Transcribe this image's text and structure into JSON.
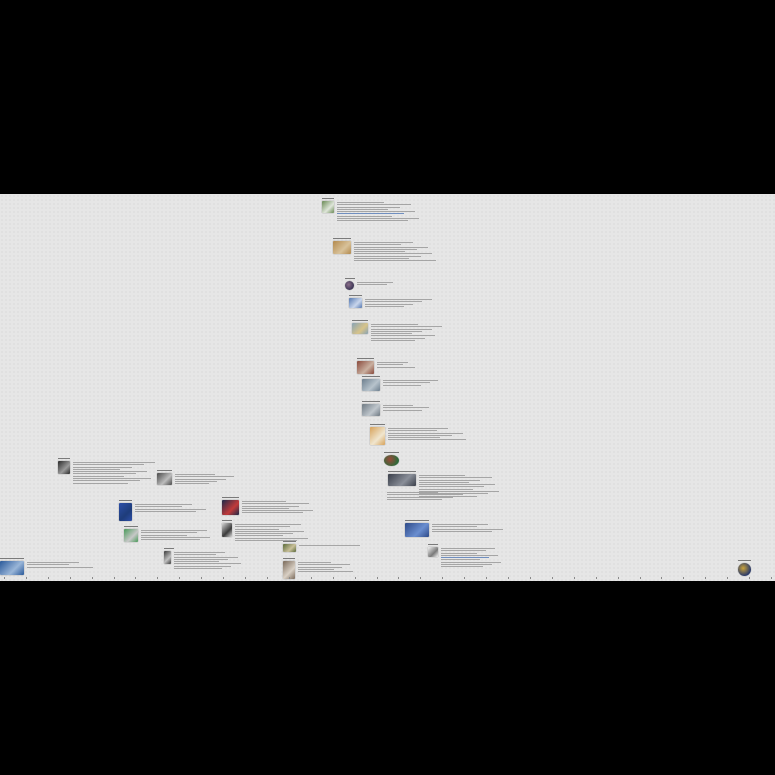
{
  "events": [
    {
      "id": "ev-01",
      "thumb": "#6a8a55",
      "thumb2": "#dfe6da",
      "lines": 9,
      "linew": 86,
      "blue": [
        5
      ]
    },
    {
      "id": "ev-02",
      "thumb": "#b38a4e",
      "thumb2": "#d8c29a",
      "lines": 9,
      "linew": 86,
      "blue": []
    },
    {
      "id": "ev-03",
      "thumb": "#3c3555",
      "thumb2": "#8b6f8a",
      "lines": 2,
      "linew": 44,
      "blue": [],
      "round": true
    },
    {
      "id": "ev-04",
      "thumb": "#5578b0",
      "thumb2": "#c9d6ec",
      "lines": 4,
      "linew": 70,
      "blue": []
    },
    {
      "id": "ev-05",
      "thumb": "#88a3b5",
      "thumb2": "#d7c38a",
      "lines": 8,
      "linew": 74,
      "blue": []
    },
    {
      "id": "ev-06",
      "thumb": "#8a4a3c",
      "thumb2": "#c9b0a0",
      "lines": 3,
      "linew": 40,
      "blue": []
    },
    {
      "id": "ev-07",
      "thumb": "#6d7f8e",
      "thumb2": "#b7c3cc",
      "lines": 3,
      "linew": 60,
      "blue": []
    },
    {
      "id": "ev-08",
      "thumb": "#6f7a83",
      "thumb2": "#bfc6cc",
      "lines": 3,
      "linew": 50,
      "blue": []
    },
    {
      "id": "ev-09",
      "thumb": "#d7a25a",
      "thumb2": "#f0e6cf",
      "lines": 6,
      "linew": 82,
      "blue": []
    },
    {
      "id": "ev-10",
      "thumb": "#2f6a3a",
      "thumb2": "#9a4a3a",
      "lines": 0,
      "linew": 0,
      "blue": [],
      "round": true
    },
    {
      "id": "ev-11",
      "thumb": "#3a3f4a",
      "thumb2": "#8a8f99",
      "lines": 10,
      "linew": 84,
      "blue": []
    },
    {
      "id": "ev-12",
      "thumb": "#2e4a88",
      "thumb2": "#6a8ed0",
      "lines": 4,
      "linew": 82,
      "blue": []
    },
    {
      "id": "ev-13",
      "thumb": "#f2f2f2",
      "thumb2": "#7a7a7a",
      "lines": 9,
      "linew": 66,
      "blue": [
        4
      ]
    },
    {
      "id": "ev-14",
      "thumb": "#2a2a2a",
      "thumb2": "#9a9a9a",
      "lines": 10,
      "linew": 86,
      "blue": []
    },
    {
      "id": "ev-15",
      "thumb": "#4a4a4a",
      "thumb2": "#bcbcbc",
      "lines": 5,
      "linew": 62,
      "blue": []
    },
    {
      "id": "ev-16",
      "thumb": "#2d4fa8",
      "thumb2": "#1e3c7a",
      "lines": 4,
      "linew": 74,
      "blue": []
    },
    {
      "id": "ev-17",
      "thumb": "#4a9a5a",
      "thumb2": "#c8c8c8",
      "lines": 5,
      "linew": 72,
      "blue": []
    },
    {
      "id": "ev-18",
      "thumb": "#1d2a4a",
      "thumb2": "#c23a3a",
      "lines": 6,
      "linew": 74,
      "blue": []
    },
    {
      "id": "ev-19",
      "thumb": "#3a3a3a",
      "thumb2": "#c0c0c0",
      "lines": 8,
      "linew": 70,
      "blue": []
    },
    {
      "id": "ev-20",
      "thumb": "#5a6a3a",
      "thumb2": "#c9c09a",
      "lines": 1,
      "linew": 70,
      "blue": []
    },
    {
      "id": "ev-21",
      "thumb": "#7a6a5a",
      "thumb2": "#d9d0c5",
      "lines": 5,
      "linew": 60,
      "blue": []
    },
    {
      "id": "ev-22",
      "thumb": "#2a5a9a",
      "thumb2": "#9ab6d8",
      "lines": 3,
      "linew": 76,
      "blue": []
    },
    {
      "id": "ev-23",
      "thumb": "#d8d8d8",
      "thumb2": "#3a3a3a",
      "lines": 8,
      "linew": 80,
      "blue": []
    },
    {
      "id": "ev-24",
      "thumb": "#2a3a6a",
      "thumb2": "#c9a23a",
      "lines": 0,
      "linew": 0,
      "blue": [],
      "round": true
    },
    {
      "id": "ev-25",
      "thumb": "#4a5a5a",
      "thumb2": "#a9b3b3",
      "lines": 4,
      "linew": 80,
      "blue": []
    }
  ]
}
